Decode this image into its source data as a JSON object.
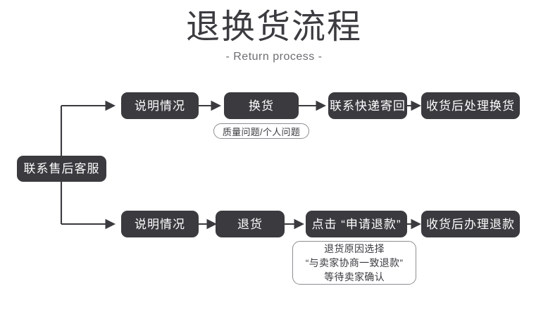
{
  "header": {
    "title": "退换货流程",
    "subtitle": "- Return process -"
  },
  "colors": {
    "node_fill": "#3a3a3f",
    "node_text": "#ffffff",
    "background": "#ffffff",
    "title_text": "#3b3b40",
    "subtitle_text": "#6d6d72",
    "connector": "#3a3a3f",
    "note_border": "#8e8e93",
    "note_text": "#3b3b40"
  },
  "flow": {
    "start": {
      "label": "联系售后客服"
    },
    "exchange_branch": {
      "steps": [
        {
          "label": "说明情况"
        },
        {
          "label": "换货"
        },
        {
          "label": "联系快递寄回"
        },
        {
          "label": "收货后处理换货"
        }
      ],
      "note": "质量问题/个人问题"
    },
    "return_branch": {
      "steps": [
        {
          "label": "说明情况"
        },
        {
          "label": "退货"
        },
        {
          "label": "点击 “申请退款”"
        },
        {
          "label": "收货后办理退款"
        }
      ],
      "note_lines": [
        "退货原因选择",
        "“与卖家协商一致退款”",
        "等待卖家确认"
      ]
    }
  }
}
